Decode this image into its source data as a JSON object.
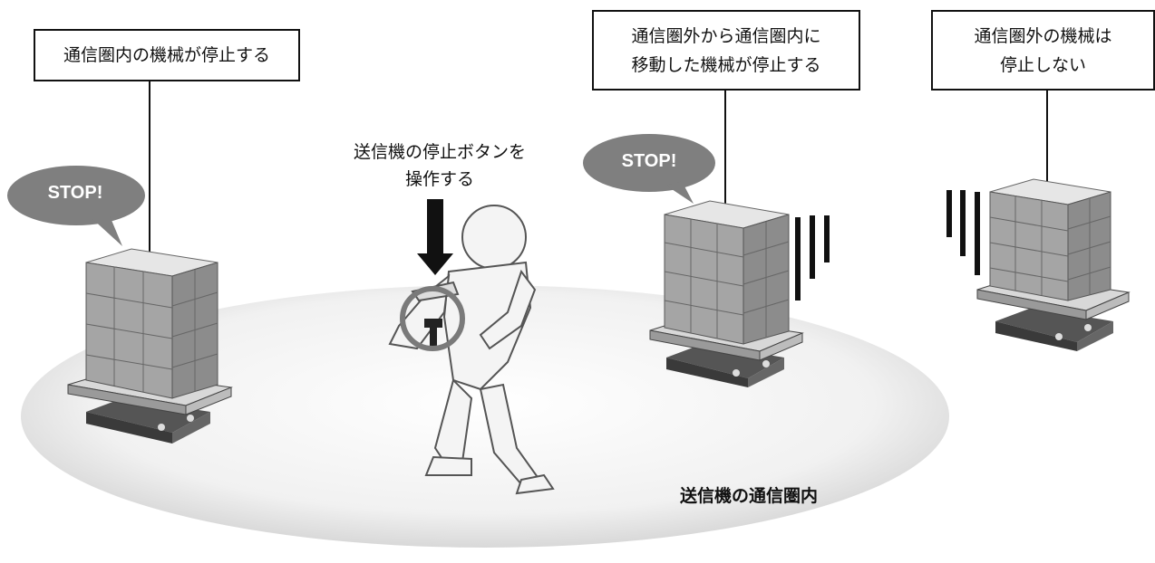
{
  "callouts": {
    "left": {
      "lines": [
        "通信圏内の機械が停止する"
      ]
    },
    "middle": {
      "lines": [
        "通信圏外から通信圏内に",
        "移動した機械が停止する"
      ]
    },
    "right": {
      "lines": [
        "通信圏外の機械は",
        "停止しない"
      ]
    }
  },
  "transmitter_instruction": {
    "lines": [
      "送信機の停止ボタンを",
      "操作する"
    ]
  },
  "range_label": "送信機の通信圏内",
  "speech_bubbles": [
    "STOP!",
    "STOP!"
  ],
  "colors": {
    "bubble": "#7f7f7f",
    "box_face": "#a5a5a5",
    "box_top": "#e6e6e6",
    "box_side": "#8c8c8c",
    "range_fill": "#d9d9d9",
    "highlight_ring": "#7a7a7a",
    "arrow": "#111111"
  }
}
